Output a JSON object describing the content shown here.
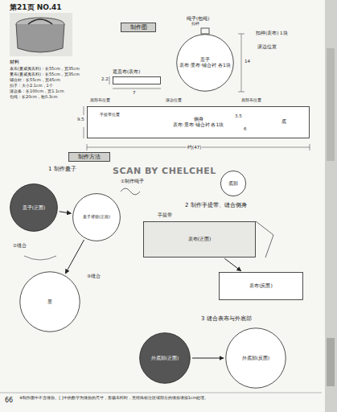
{
  "diagram": {
    "title": "第21页 NO.41",
    "nodes": [
      {
        "text": [
          "制作图"
        ]
      },
      {
        "text": [
          "遮盖布(表布)"
        ]
      },
      {
        "text": [
          "盖子",
          "表布·里布·铺合衬 各1块"
        ]
      },
      {
        "text": [
          "侧身",
          "表布·里布·铺合衬 各1块"
        ]
      },
      {
        "text": [
          "制作方法"
        ]
      },
      {
        "text": [
          "盖子(正面)"
        ]
      },
      {
        "text": [
          "盖子背面(正面)"
        ]
      },
      {
        "text": [
          "里"
        ]
      },
      {
        "text": [
          "底部"
        ]
      },
      {
        "text": [
          "表布(正面)"
        ]
      },
      {
        "text": [
          "表布(反面)"
        ]
      },
      {
        "text": [
          "外底部(正面)"
        ]
      },
      {
        "text": [
          "外底部(反面)"
        ]
      }
    ],
    "edges": [
      {
        "from": 5,
        "to": 6,
        "arrow": "to"
      },
      {
        "from": 6,
        "to": 7,
        "arrow": "to"
      },
      {
        "from": 9,
        "to": 10,
        "arrow": "to"
      },
      {
        "from": 11,
        "to": 12,
        "arrow": "to"
      }
    ],
    "labels": [
      "材料",
      "表布(夏威夷衣料)：长55cm，宽35cm",
      "里布(夏威夷衣料)：长55cm，宽35cm",
      "铺合衬：长55cm，宽45cm",
      "扣子：大小2.1cm，1个",
      "滚边条：长100cm，宽1.1cm",
      "包绳：长20cm，粗0.3cm",
      "2.2",
      "7",
      "绳子(包绳)",
      "扣袢",
      "滚边位置",
      "14",
      "手提带位置",
      "底部布位置",
      "底部布位置",
      "滚边位置",
      "9.5",
      "3.5",
      "6",
      "底",
      "约(47)",
      "1 制作盖子",
      "①制作绳子",
      "②缝合",
      "③缝合",
      "2 制作手提带、缝合侧身",
      "手提带",
      "3 缝合表布与外底部",
      "SCAN BY CHELCHEL",
      "66",
      "※制作图中不含缝份。[ ]中的数字为缝份的尺寸，剪裁布料时，无特殊标注区域部分的缝份请按1cm处理。",
      "扣袢(表布) 1块"
    ]
  }
}
